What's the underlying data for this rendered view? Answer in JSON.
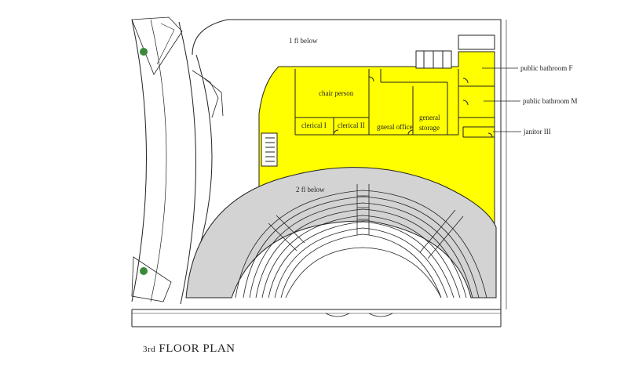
{
  "title": {
    "prefix": "3rd",
    "main": "FLOOR PLAN"
  },
  "labels": {
    "fl_below_1": "1 fl below",
    "fl_below_2": "2 fl below",
    "chair_person": "chair person",
    "clerical_1": "clerical I",
    "clerical_2": "clerical II",
    "general_office": "gneral office",
    "general_storage_1": "general",
    "general_storage_2": "storage",
    "public_bathroom_f": "public bathroom F",
    "public_bathroom_m": "public bathroom M",
    "janitor": "janitor III"
  },
  "colors": {
    "office_fill": "#ffff00",
    "balcony_fill": "#d3d3d3",
    "line": "#222222"
  }
}
